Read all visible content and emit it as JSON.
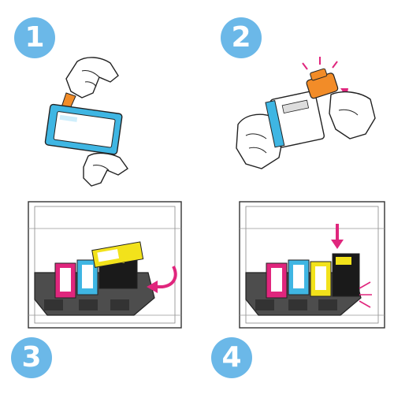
{
  "steps": [
    {
      "number": "1",
      "illustration": "peel-tape-icon"
    },
    {
      "number": "2",
      "illustration": "twist-cap-icon"
    },
    {
      "number": "3",
      "illustration": "insert-cartridge-icon"
    },
    {
      "number": "4",
      "illustration": "snap-cartridge-icon"
    }
  ],
  "colors": {
    "badge": "#6bb8e8",
    "cyan": "#3fb6e3",
    "magenta": "#e0267d",
    "yellow": "#f2e21b",
    "black": "#1a1a1a",
    "orange_tab": "#f28c28",
    "arrow": "#e0267d"
  }
}
